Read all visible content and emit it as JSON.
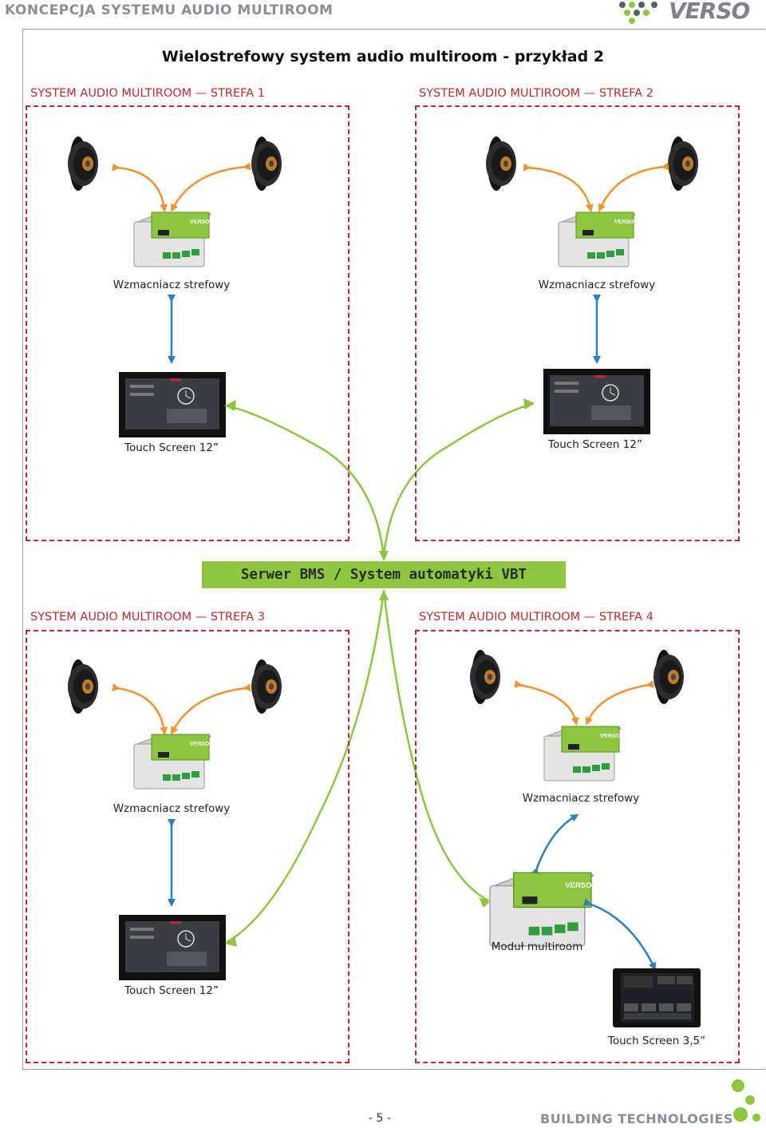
{
  "header": {
    "title": "KONCEPCJA SYSTEMU AUDIO MULTIROOM",
    "logo": "VERSO"
  },
  "heading": "Wielostrefowy system audio multiroom - przykład 2",
  "zones": [
    {
      "title": "SYSTEM AUDIO MULTIROOM — STREFA 1",
      "amp_label": "Wzmacniacz strefowy",
      "screen_label": "Touch Screen 12”"
    },
    {
      "title": "SYSTEM AUDIO MULTIROOM — STREFA 2",
      "amp_label": "Wzmacniacz strefowy",
      "screen_label": "Touch Screen 12”"
    },
    {
      "title": "SYSTEM AUDIO MULTIROOM — STREFA 3",
      "amp_label": "Wzmacniacz strefowy",
      "screen_label": "Touch Screen 12”"
    },
    {
      "title": "SYSTEM AUDIO MULTIROOM — STREFA 4",
      "amp_label": "Wzmacniacz strefowy",
      "module_label": "Moduł multiroom",
      "screen_label": "Touch Screen 3,5”"
    }
  ],
  "bms_label": "Serwer BMS / System automatyki VBT",
  "footer": {
    "page": "- 5 -",
    "brand": "BUILDING TECHNOLOGIES"
  },
  "colors": {
    "zone": "#c1272d",
    "speaker_link": "#f0922e",
    "screen_link": "#2b7fc2",
    "bms_link": "#8dc63f",
    "bms_bg": "#8dc63f"
  }
}
